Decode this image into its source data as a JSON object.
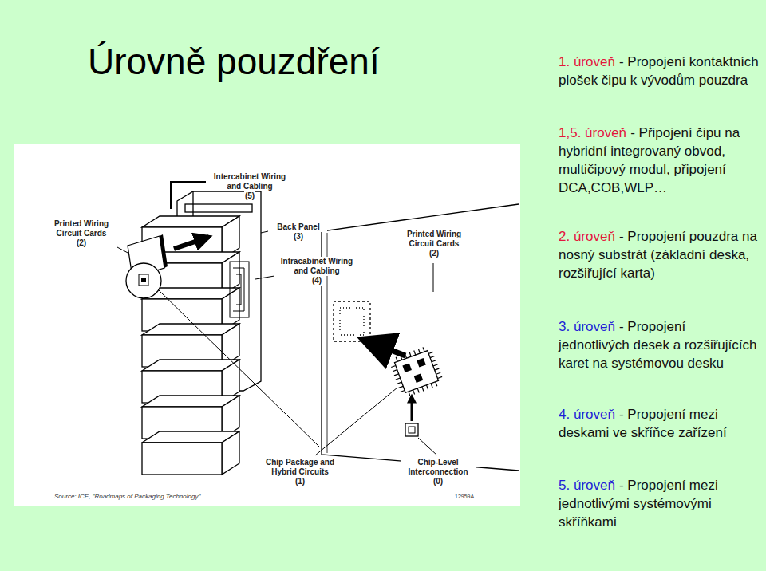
{
  "diagram": {
    "title": "Úrovně pouzdření",
    "labels": [
      "1. úroveň",
      "- Propojení kontaktních plošek čipu k vývodům pouzdra",
      "1,5. úroveň",
      "- Připojení čipu na hybridní integrovaný obvod, multičipový modul, připojení DCA,COB,WLP…",
      "2. úroveň",
      "- Propojení pouzdra na nosný substrát (základní deska, rozšiřující karta)",
      "3. úroveň",
      "- Propojení jednotlivých desek a rozšiřujících karet na systémovou desku",
      "4. úroveň",
      "- Propojení mezi deskami ve skříňce zařízení",
      "5. úroveň",
      "- Propojení mezi jednotlivými systémovými skříňkami",
      "Intercabinet Wiring and Cabling",
      "(5)",
      "Printed Wiring Circuit Cards",
      "(2)",
      "Back Panel",
      "(3)",
      "Printed Wiring Circuit Cards",
      "(2)",
      "Intracabinet Wiring and Cabling",
      "(4)",
      "Chip Package and Hybrid Circuits",
      "(1)",
      "Chip-Level Interconnection",
      "(0)",
      "Source: ICE, \"Roadmaps of Packaging Technology\"",
      "12959A"
    ]
  }
}
